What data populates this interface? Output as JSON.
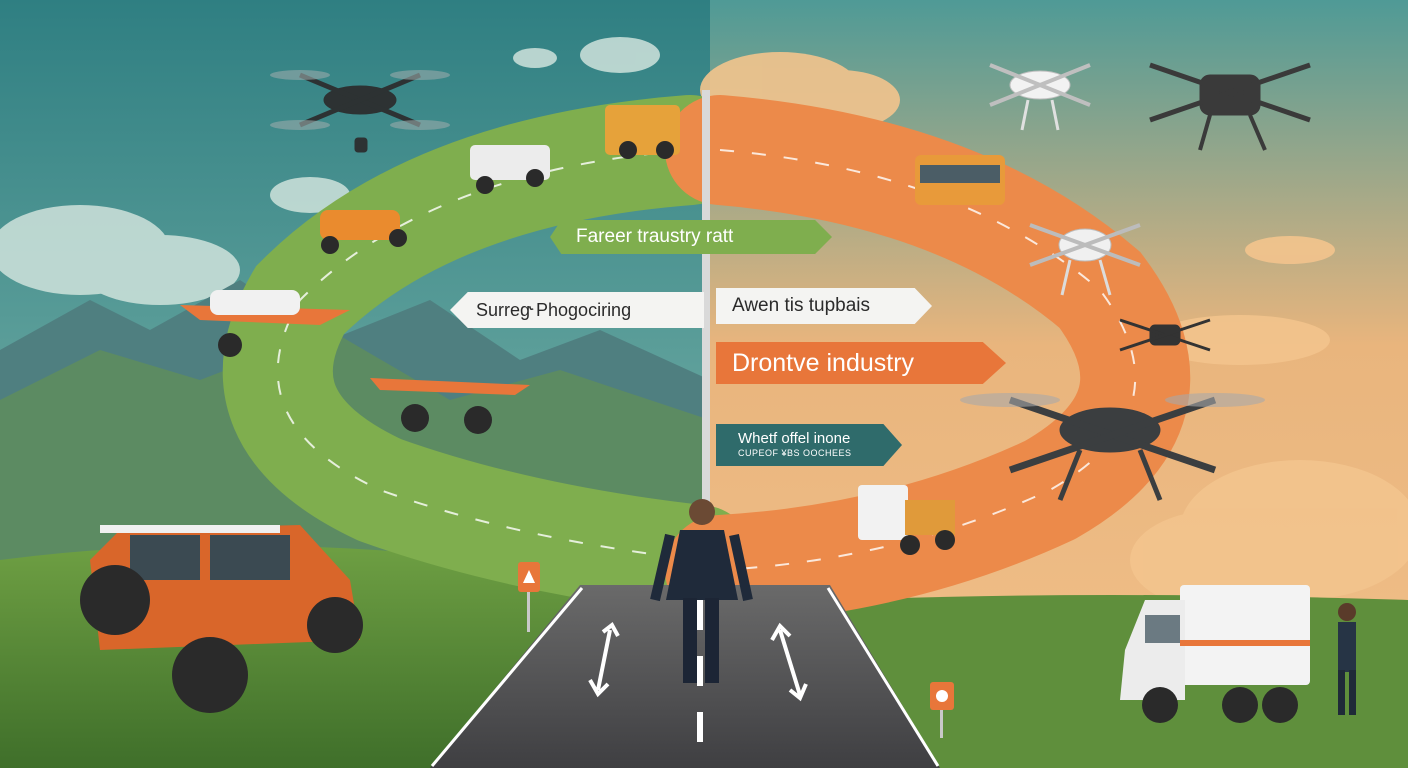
{
  "signs": {
    "green": "Fareer  traustry ratt",
    "left": "Surreg˞Phogociring",
    "right": "Awen tis tupbais",
    "orange": "Drontve industry",
    "teal_line1": "Whetf offel inone",
    "teal_line2": "CUPEOF ¥BS OOCHEES"
  },
  "colors": {
    "sky_left": "#3f8f8a",
    "sky_right": "#e8a25a",
    "green_path": "#7fae4e",
    "orange_path": "#ec8a4a",
    "accent_orange": "#e8763a",
    "teal_sign": "#2f6b6b"
  }
}
